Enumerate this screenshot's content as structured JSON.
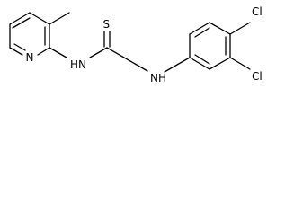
{
  "molecule": {
    "atoms": {
      "thione_sulfur": "S",
      "amine_left": "H",
      "amine_left_n": "N",
      "amine_right": "H",
      "amine_right_n": "N",
      "pyridine_n": "N",
      "chloro_top": "Cl",
      "chloro_bottom": "Cl"
    }
  }
}
